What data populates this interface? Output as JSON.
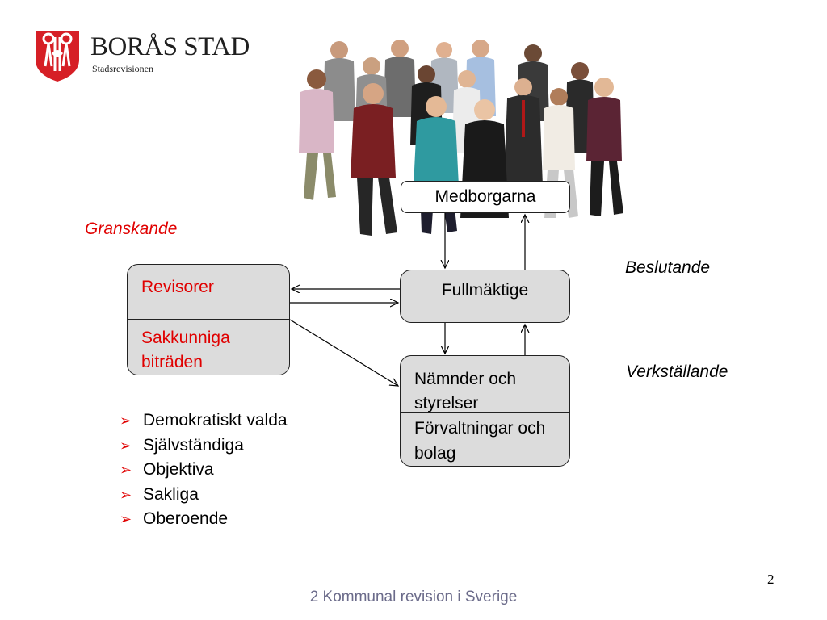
{
  "logo": {
    "title": "BORÅS STAD",
    "subtitle": "Stadsrevisionen",
    "colors": {
      "shield": "#d61f26",
      "accent": "#ffffff"
    }
  },
  "labels": {
    "granskande": "Granskande",
    "beslutande": "Beslutande",
    "verkstallande": "Verkställande"
  },
  "boxes": {
    "medborgarna": "Medborgarna",
    "fullmaktige": "Fullmäktige",
    "revisorer": "Revisorer",
    "sakkunniga": "Sakkunniga biträden",
    "namnder": "Nämnder och styrelser",
    "forvaltningar": "Förvaltningar och bolag"
  },
  "bullets": [
    "Demokratiskt valda",
    "Självständiga",
    "Objektiva",
    "Sakliga",
    "Oberoende"
  ],
  "bullet_icon": "arrow-bullet-icon",
  "page_number": "2",
  "footer": "2 Kommunal revision i Sverige",
  "colors": {
    "red_text": "#e00000",
    "box_fill": "#dcdcdc",
    "footer_text": "#6b6b8a"
  }
}
